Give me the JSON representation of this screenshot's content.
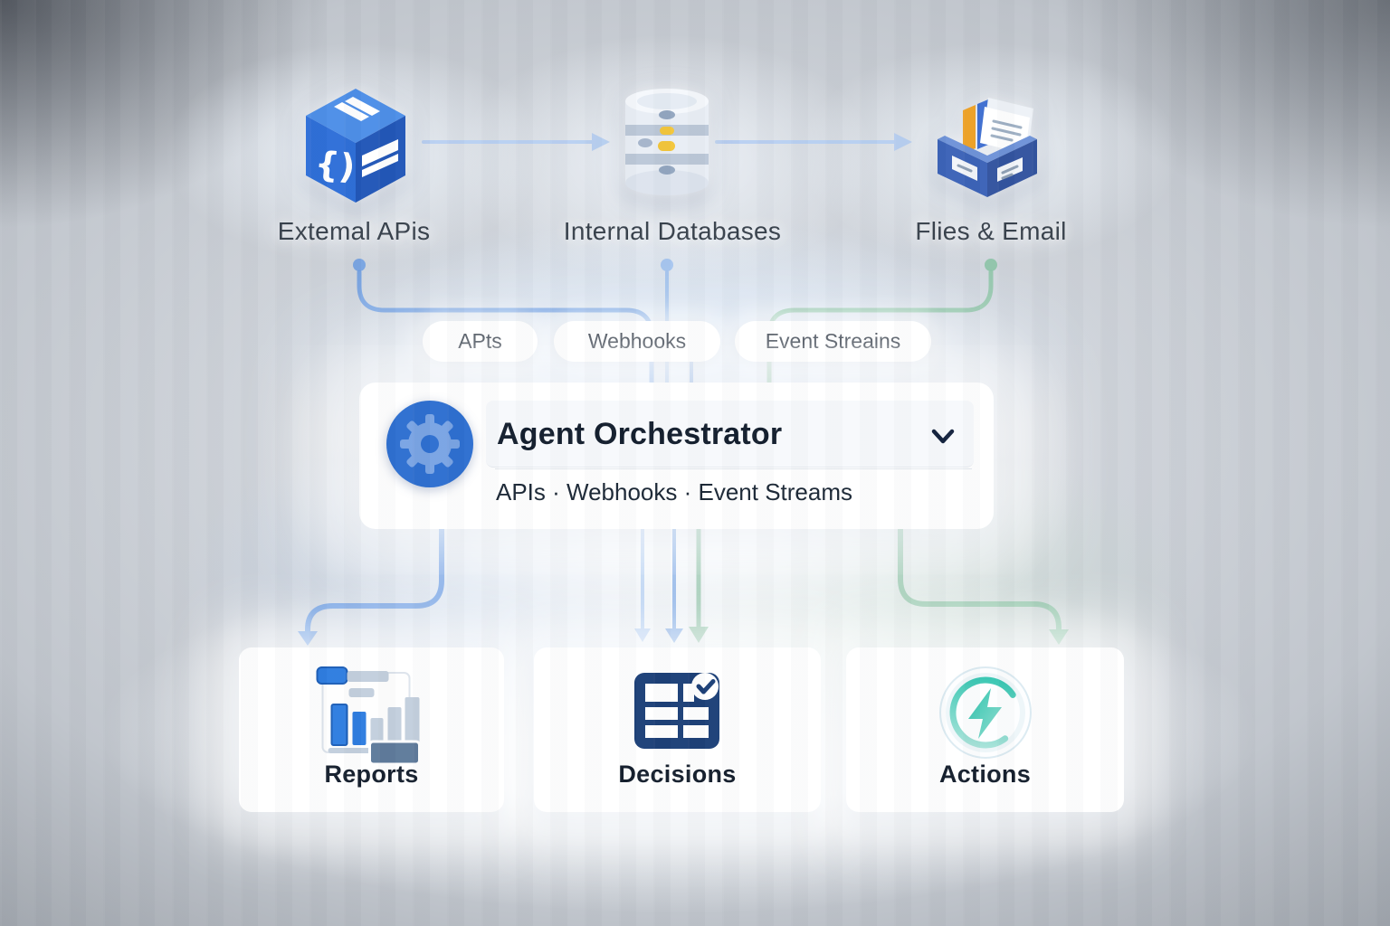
{
  "diagram": {
    "sources": [
      {
        "label": "Extemal APis"
      },
      {
        "label": "Internal Databases"
      },
      {
        "label": "Flies & Email"
      }
    ],
    "channels": [
      {
        "label": "APts"
      },
      {
        "label": "Webhooks"
      },
      {
        "label": "Event Streains"
      }
    ],
    "orchestrator": {
      "title": "Agent Orchestrator",
      "subtitle": "APIs  ·  Webhooks  ·  Event Streams"
    },
    "outputs": [
      {
        "label": "Reports"
      },
      {
        "label": "Decisions"
      },
      {
        "label": "Actions"
      }
    ]
  },
  "colors": {
    "accent-blue": "#2e6fd0",
    "gear-glyph": "#7aa4e4",
    "connector-blue": "#6f9fe2",
    "connector-blue-light": "#a3c4ef",
    "connector-blue-strong": "#5f95e2",
    "connector-green": "#8cc3a6",
    "arrow-light-blue": "#b7cff2",
    "navy": "#1d4078",
    "teal": "#2fc7b2",
    "slate-bar": "#5f7b9b",
    "bar-blue": "#2f7de0",
    "bar-gray": "#c3cfdd",
    "folder-orange": "#f0a429",
    "cube-top": "#4e8fe8",
    "cube-left": "#2f6fd8",
    "cube-right": "#2257b8"
  }
}
